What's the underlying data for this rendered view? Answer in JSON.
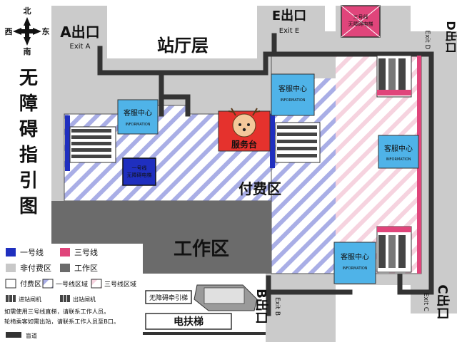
{
  "compass": {
    "north": "北",
    "south": "南",
    "east": "东",
    "west": "西"
  },
  "title_vertical": [
    "无",
    "障",
    "碍",
    "指",
    "引",
    "图"
  ],
  "exits": {
    "a": {
      "label": "A出口",
      "sub": "Exit A"
    },
    "e": {
      "label": "E出口",
      "sub": "Exit E"
    },
    "d": {
      "label": "D出口",
      "sub": "Exit D"
    },
    "c": {
      "label": "C出口",
      "sub": "Exit C"
    },
    "b": {
      "label": "B出口",
      "sub": "Exit B"
    }
  },
  "areas": {
    "concourse": "站厅层",
    "paid": "付费区",
    "work": "工作区",
    "service_desk": "服务台"
  },
  "facilities": {
    "info_center": "客服中心",
    "info_en": "INFORMATION",
    "line3_elevator": "三号线\n无障碍电梯",
    "line1_elevator": "一号线\n无障碍电梯",
    "wheelchair_lift": "无障碍牵引梯",
    "escalator": "电扶梯"
  },
  "legend": {
    "line1": "一号线",
    "line3": "三号线",
    "unpaid": "非付费区",
    "work": "工作区",
    "paid": "付费区",
    "line1_zone": "一号线区域",
    "line3_zone": "三号线区域",
    "entry_gate": "进站闸机",
    "exit_gate": "出站闸机",
    "note1": "如需使用三号线直梯，请联系工作人员。",
    "note2": "轮椅乘客如需出站，请联系工作人员至B口。",
    "tactile": "盲道"
  },
  "colors": {
    "line1": "#1f2fbf",
    "line3": "#e0457b",
    "unpaid": "#c8c8c8",
    "work": "#6b6b6b",
    "info": "#4fb3e8",
    "service": "#e5322d",
    "corridor": "#333333"
  }
}
